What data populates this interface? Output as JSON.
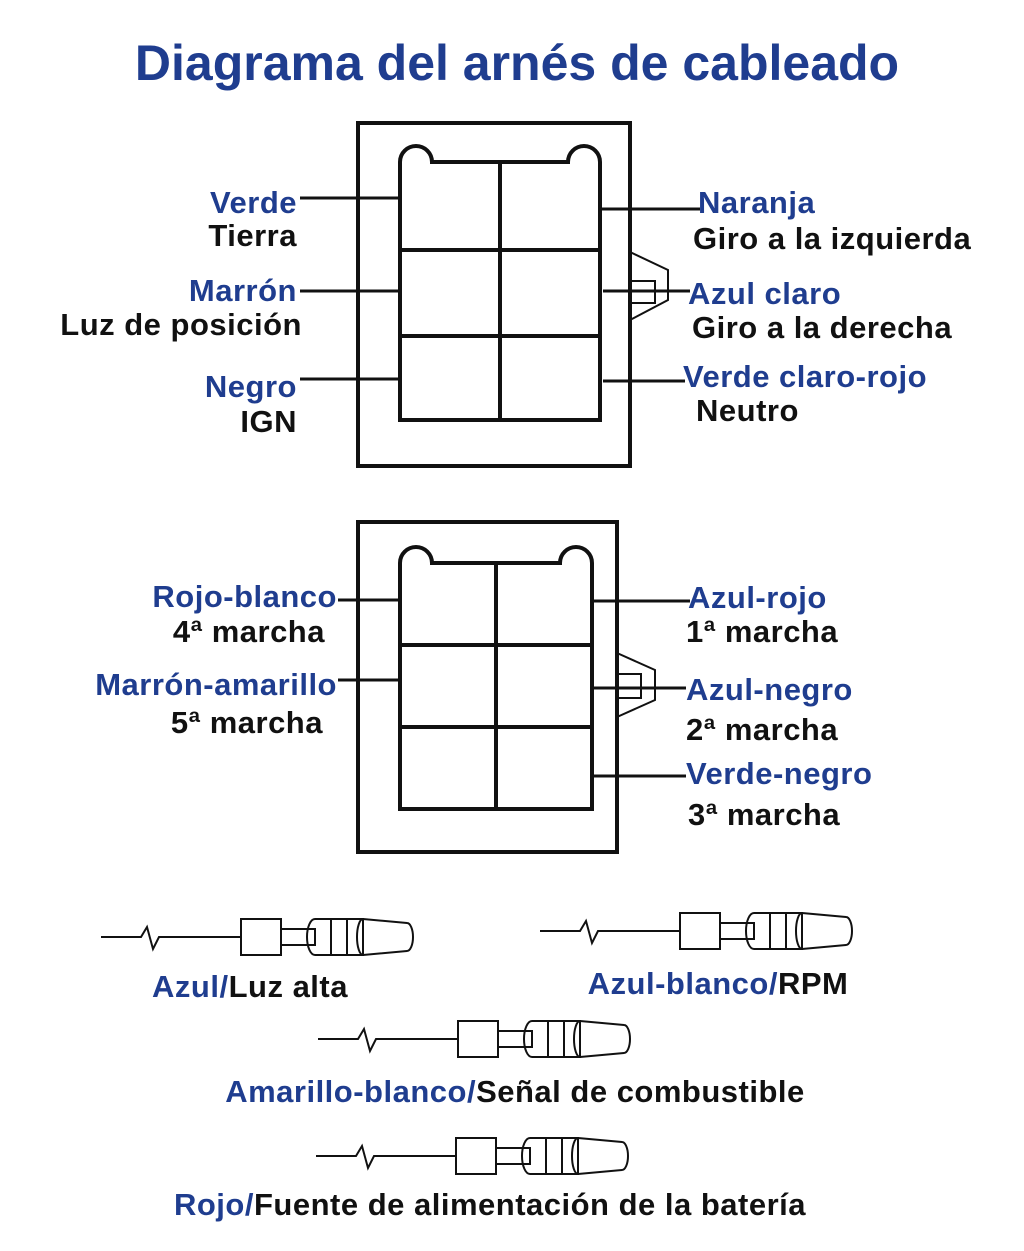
{
  "title": "Diagrama del arnés de cableado",
  "colors": {
    "accent": "#1f3d8f",
    "text": "#111111"
  },
  "connector_top": {
    "left": [
      {
        "color": "Verde",
        "function": "Tierra"
      },
      {
        "color": "Marrón",
        "function": "Luz de posición"
      },
      {
        "color": "Negro",
        "function": "IGN"
      }
    ],
    "right": [
      {
        "color": "Naranja",
        "function": "Giro a la izquierda"
      },
      {
        "color": "Azul claro",
        "function": "Giro a la derecha"
      },
      {
        "color": "Verde claro-rojo",
        "function": "Neutro"
      }
    ]
  },
  "connector_bottom": {
    "left": [
      {
        "color": "Rojo-blanco",
        "function": "4ª marcha"
      },
      {
        "color": "Marrón-amarillo",
        "function": "5ª marcha"
      }
    ],
    "right": [
      {
        "color": "Azul-rojo",
        "function": "1ª marcha"
      },
      {
        "color": "Azul-negro",
        "function": "2ª marcha"
      },
      {
        "color": "Verde-negro",
        "function": "3ª marcha"
      }
    ]
  },
  "single_wires": [
    {
      "color": "Azul/",
      "function": "Luz alta"
    },
    {
      "color": "Azul-blanco/",
      "function": "RPM"
    },
    {
      "color": "Amarillo-blanco/",
      "function": "Señal de combustible"
    },
    {
      "color": "Rojo/",
      "function": "Fuente de alimentación de la batería"
    }
  ]
}
